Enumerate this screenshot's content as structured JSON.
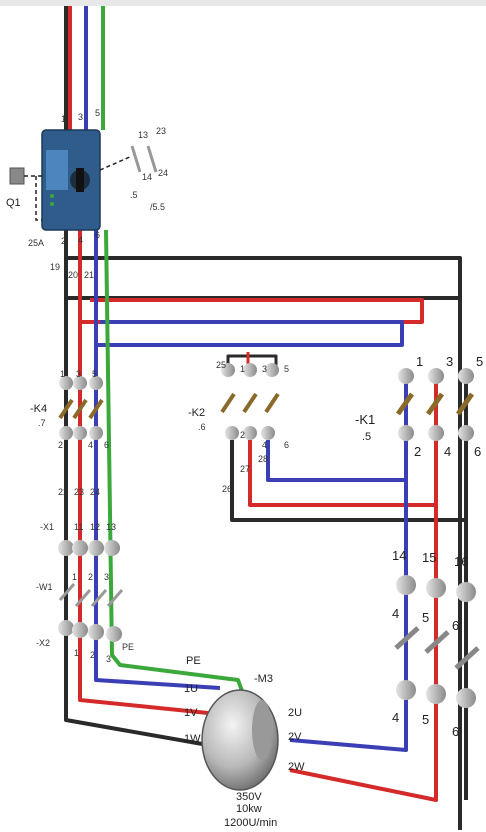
{
  "colors": {
    "black": "#2a2a2a",
    "red": "#d42a2a",
    "blue": "#3b3fb5",
    "green": "#3aa83a",
    "switch_body": "#2f5c8a",
    "terminal": "#b9b9b9",
    "contact": "#8a6a2a"
  },
  "main_switch": {
    "tag": "Q1",
    "rating": "25A",
    "top_terminals": [
      "1",
      "3",
      "5"
    ],
    "bottom_terminals": [
      "2",
      "4",
      "6"
    ],
    "aux_contact_top": [
      "13",
      "23"
    ],
    "aux_contact_bottom": [
      "14",
      "24"
    ],
    "aux_refs": [
      ".5",
      "/5.5"
    ],
    "icon": "rotary-handle-icon"
  },
  "wire_numbers": {
    "w19": "19",
    "w20": "20",
    "w21": "21",
    "w22": "22",
    "w23": "23",
    "w24": "24",
    "w25": "25",
    "w26": "26",
    "w27": "27",
    "w28": "28"
  },
  "contactors": {
    "k4": {
      "tag": "-K4",
      "ref": ".7",
      "top": [
        "1",
        "3",
        "5"
      ],
      "bottom": [
        "2",
        "4",
        "6"
      ]
    },
    "k2": {
      "tag": "-K2",
      "ref": ".6",
      "top": [
        "1",
        "3",
        "5"
      ],
      "bottom": [
        "2",
        "4",
        "6"
      ]
    },
    "k1": {
      "tag": "-K1",
      "ref": ".5",
      "top": [
        "1",
        "3",
        "5"
      ],
      "bottom": [
        "2",
        "4",
        "6"
      ]
    }
  },
  "terminal_strips": {
    "x1": {
      "tag": "-X1",
      "terminals": [
        "11",
        "12",
        "13"
      ]
    },
    "w1": {
      "tag": "-W1",
      "terminals": [
        "1",
        "2",
        "3"
      ]
    },
    "x2": {
      "tag": "-X2",
      "terminals": [
        "1",
        "2",
        "3"
      ],
      "pe": "PE"
    },
    "right_top": [
      "14",
      "15",
      "16"
    ],
    "right_mid": [
      "4",
      "5",
      "6"
    ],
    "right_bottom": [
      "4",
      "5",
      "6"
    ]
  },
  "motor": {
    "tag": "-M3",
    "pe": "PE",
    "left_leads": [
      "1U",
      "1V",
      "1W"
    ],
    "right_leads": [
      "2U",
      "2V",
      "2W"
    ],
    "voltage": "350V",
    "power": "10kw",
    "speed": "1200U/min"
  }
}
